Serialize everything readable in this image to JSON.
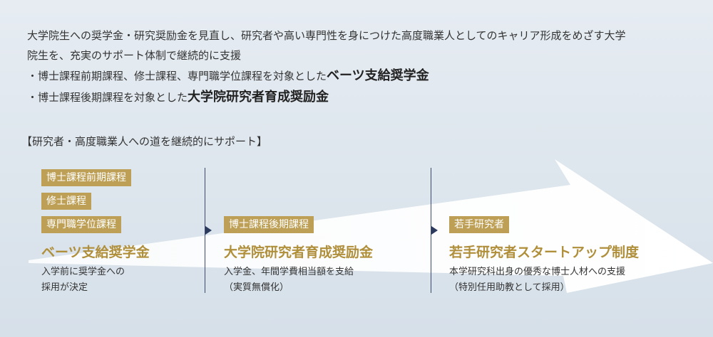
{
  "intro": {
    "line1": "大学院生への奨学金・研究奨励金を見直し、研究者や高い専門性を身につけた高度職業人としてのキャリア形成をめざす大学",
    "line2": "院生を、充実のサポート体制で継続的に支援",
    "bullet1_prefix": "・博士課程前期課程、修士課程、専門職学位課程を対象とした",
    "bullet1_strong": "ベーツ支給奨学金",
    "bullet2_prefix": "・博士課程後期課程を対象とした",
    "bullet2_strong": "大学院研究者育成奨励金"
  },
  "section_title": "【研究者・高度職業人への道を継続的にサポート】",
  "columns": [
    {
      "tags": [
        "博士課程前期課程",
        "修士課程",
        "専門職学位課程"
      ],
      "title": "ベーツ支給奨学金",
      "desc_line1": "入学前に奨学金への",
      "desc_line2": "採用が決定"
    },
    {
      "tags": [
        "博士課程後期課程"
      ],
      "title": "大学院研究者育成奨励金",
      "desc_line1": "入学金、年間学費相当額を支給",
      "desc_line2": "（実質無償化）"
    },
    {
      "tags": [
        "若手研究者"
      ],
      "title": "若手研究者スタートアップ制度",
      "desc_line1": "本学研究科出身の優秀な博士人材への支援",
      "desc_line2": "（特別任用助教として採用）"
    }
  ],
  "colors": {
    "tag_bg": "#bd9f55",
    "title_gold": "#b08f3b",
    "divider": "#3c4a6b"
  }
}
